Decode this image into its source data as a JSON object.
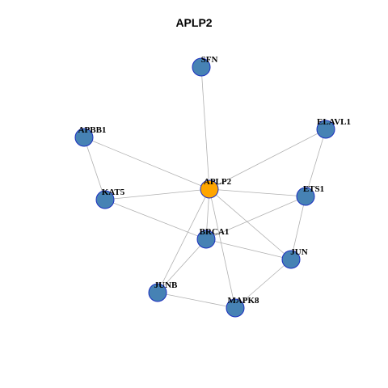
{
  "title": "APLP2",
  "colors": {
    "center_fill": "#FFA500",
    "node_fill": "#4682B4",
    "node_stroke": "#1C2FBF",
    "edge": "#B0B0B0"
  },
  "nodes": [
    {
      "id": "SFN",
      "label": "SFN",
      "center": false
    },
    {
      "id": "APBB1",
      "label": "APBB1",
      "center": false
    },
    {
      "id": "ELAVL1",
      "label": "ELAVL1",
      "center": false
    },
    {
      "id": "APLP2",
      "label": "APLP2",
      "center": true
    },
    {
      "id": "KAT5",
      "label": "KAT5",
      "center": false
    },
    {
      "id": "ETS1",
      "label": "ETS1",
      "center": false
    },
    {
      "id": "BRCA1",
      "label": "BRCA1",
      "center": false
    },
    {
      "id": "JUN",
      "label": "JUN",
      "center": false
    },
    {
      "id": "JUNB",
      "label": "JUNB",
      "center": false
    },
    {
      "id": "MAPK8",
      "label": "MAPK8",
      "center": false
    }
  ],
  "edges": [
    [
      "APLP2",
      "SFN"
    ],
    [
      "APLP2",
      "APBB1"
    ],
    [
      "APLP2",
      "ELAVL1"
    ],
    [
      "APLP2",
      "KAT5"
    ],
    [
      "APLP2",
      "ETS1"
    ],
    [
      "APLP2",
      "BRCA1"
    ],
    [
      "APLP2",
      "JUN"
    ],
    [
      "APLP2",
      "JUNB"
    ],
    [
      "APLP2",
      "MAPK8"
    ],
    [
      "APBB1",
      "KAT5"
    ],
    [
      "KAT5",
      "BRCA1"
    ],
    [
      "ELAVL1",
      "ETS1"
    ],
    [
      "ETS1",
      "BRCA1"
    ],
    [
      "ETS1",
      "JUN"
    ],
    [
      "BRCA1",
      "JUN"
    ],
    [
      "BRCA1",
      "JUNB"
    ],
    [
      "JUN",
      "MAPK8"
    ],
    [
      "JUNB",
      "MAPK8"
    ]
  ]
}
